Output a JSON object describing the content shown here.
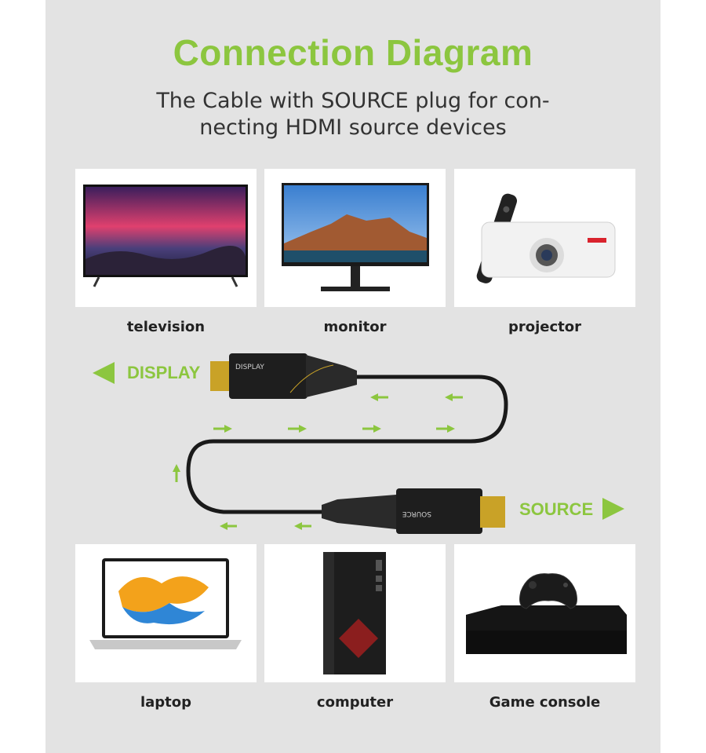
{
  "title": "Connection Diagram",
  "subtitle_line1": "The Cable with SOURCE plug for con-",
  "subtitle_line2": "necting HDMI source devices",
  "display_devices": [
    "television",
    "monitor",
    "projector"
  ],
  "source_devices": [
    "laptop",
    "computer",
    "Game console"
  ],
  "display_tag": "DISPLAY",
  "source_tag": "SOURCE",
  "plug_display_text": "DISPLAY",
  "plug_source_text": "SOURCE",
  "colors": {
    "accent": "#8cc63f",
    "background": "#e3e3e3",
    "cable": "#1a1a1a",
    "gold": "#c9a227"
  }
}
